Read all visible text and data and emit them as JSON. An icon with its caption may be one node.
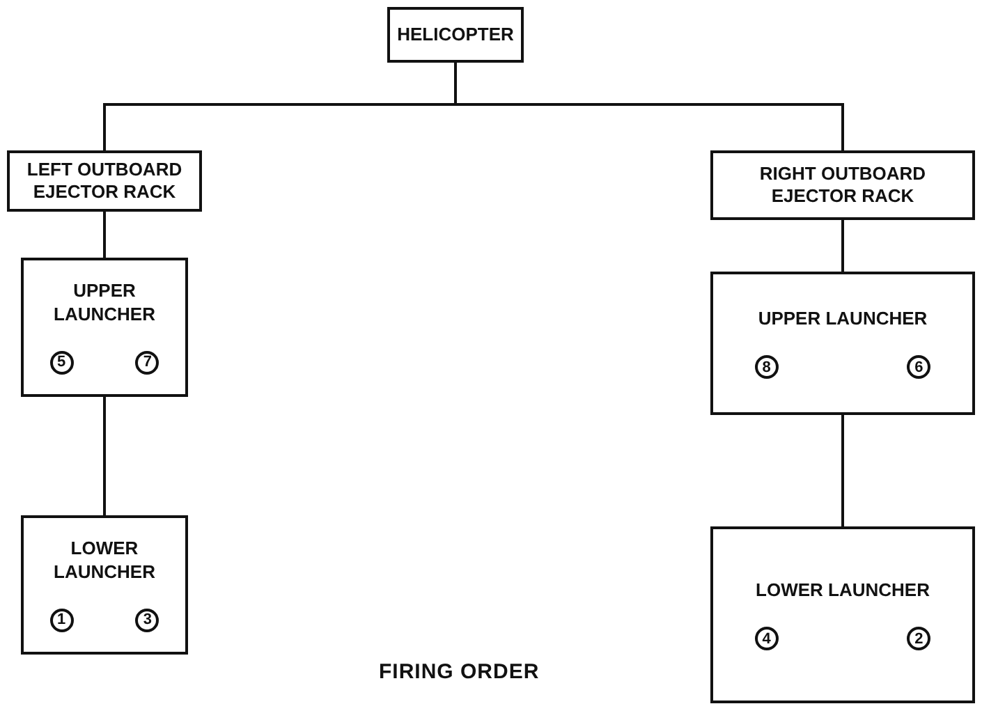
{
  "diagram": {
    "nodes": [
      {
        "text": [
          "HELICOPTER"
        ]
      },
      {
        "text": [
          "LEFT OUTBOARD EJECTOR RACK"
        ]
      },
      {
        "text": [
          "RIGHT OUTBOARD EJECTOR RACK"
        ]
      },
      {
        "text": [
          "UPPER LAUNCHER",
          "5",
          "7"
        ]
      },
      {
        "text": [
          "UPPER LAUNCHER",
          "8",
          "6"
        ]
      },
      {
        "text": [
          "LOWER LAUNCHER",
          "1",
          "3"
        ]
      },
      {
        "text": [
          "LOWER LAUNCHER",
          "4",
          "2"
        ]
      }
    ],
    "edges": [
      {
        "from": 0,
        "to": 1,
        "arrow": "none"
      },
      {
        "from": 0,
        "to": 2,
        "arrow": "none"
      },
      {
        "from": 1,
        "to": 3,
        "arrow": "none"
      },
      {
        "from": 3,
        "to": 5,
        "arrow": "none"
      },
      {
        "from": 2,
        "to": 4,
        "arrow": "none"
      },
      {
        "from": 4,
        "to": 6,
        "arrow": "none"
      }
    ],
    "labels": [
      "FIRING ORDER"
    ]
  }
}
